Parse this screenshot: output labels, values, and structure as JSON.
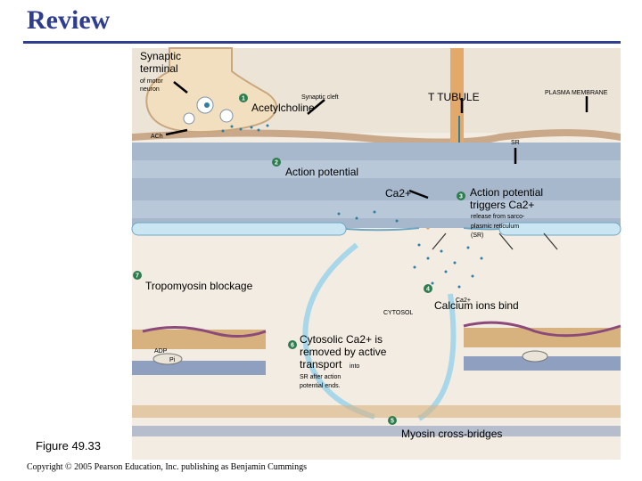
{
  "slide": {
    "title": "Review",
    "figure_caption": "Figure 49.33",
    "copyright": "Copyright © 2005 Pearson Education, Inc. publishing as Benjamin Cummings"
  },
  "labels": {
    "synaptic_terminal": [
      "Synaptic",
      "terminal"
    ],
    "of_motor_neuron": [
      "of motor",
      "neuron"
    ],
    "synaptic_cleft": "Synaptic cleft",
    "t_tubule": "T TUBULE",
    "plasma_membrane": "PLASMA MEMBRANE",
    "acetylcholine": "Acetylcholine",
    "ach": "ACh",
    "sr": "SR",
    "action_potential": "Action potential",
    "ca_ion": "Ca2+",
    "ap_triggers": [
      "Action potential",
      "triggers Ca2+"
    ],
    "release_from_sr": [
      "release from sarco-",
      "plasmic reticulum",
      "(SR)"
    ],
    "tropomyosin_blockage": "Tropomyosin blockage",
    "ca_small": "Ca2+",
    "calcium_ions_bind": "Calcium ions bind",
    "cytosol": "CYTOSOL",
    "cytosolic_removed": [
      "Cytosolic Ca2+ is",
      "removed by active",
      "transport"
    ],
    "into": "into",
    "sr_after": [
      "SR after action",
      "potential ends."
    ],
    "adp": "ADP",
    "pi": "Pi",
    "myosin_cross_bridges": "Myosin cross-bridges"
  },
  "steps": [
    "1",
    "2",
    "3",
    "4",
    "5",
    "6",
    "7"
  ],
  "colors": {
    "title": "#2f3d8f",
    "background_panel": "#f3ece2",
    "neuron": "#f2dfbf",
    "fiber": "#a7b8cc",
    "sr_tube": "#c9e6f2",
    "t_tubule": "#e2a96a",
    "step_badge": "#2e7d4f",
    "ca_dots": "#2f7fa0",
    "tropomyosin": "#8c4a7a"
  }
}
